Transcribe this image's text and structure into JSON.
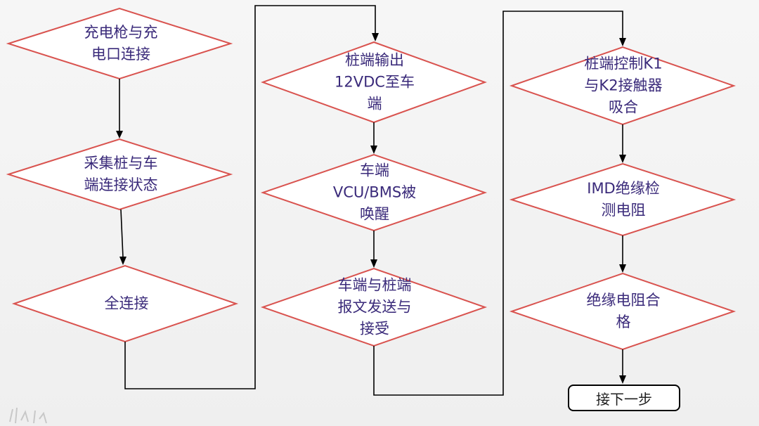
{
  "flowchart": {
    "nodes": [
      {
        "id": "n1",
        "label": "充电枪与充\n电口连接"
      },
      {
        "id": "n2",
        "label": "采集桩与车\n端连接状态"
      },
      {
        "id": "n3",
        "label": "全连接"
      },
      {
        "id": "n4",
        "label": "桩端输出\n12VDC至车\n端"
      },
      {
        "id": "n5",
        "label": "车端\nVCU/BMS被\n唤醒"
      },
      {
        "id": "n6",
        "label": "车端与桩端\n报文发送与\n接受"
      },
      {
        "id": "n7",
        "label": "桩端控制K1\n与K2接触器\n吸合"
      },
      {
        "id": "n8",
        "label": "IMD绝缘检\n测电阻"
      },
      {
        "id": "n9",
        "label": "绝缘电阻合\n格"
      }
    ],
    "end_label": "接下一步",
    "colors": {
      "diamond_border": "#d9534f",
      "text": "#3a2a7a",
      "arrow": "#000000"
    }
  }
}
